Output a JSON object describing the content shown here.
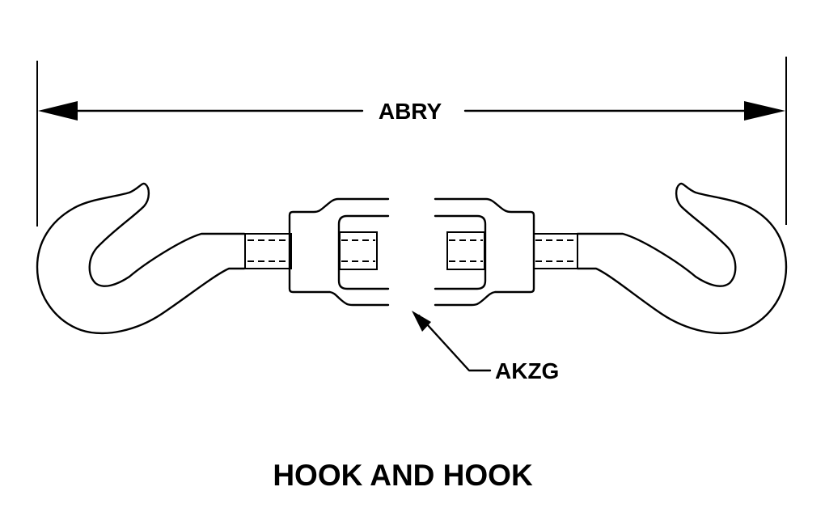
{
  "diagram": {
    "title": "HOOK AND HOOK",
    "dimension_label": "ABRY",
    "callout_label": "AKZG",
    "colors": {
      "line": "#000000",
      "background": "#ffffff"
    }
  }
}
